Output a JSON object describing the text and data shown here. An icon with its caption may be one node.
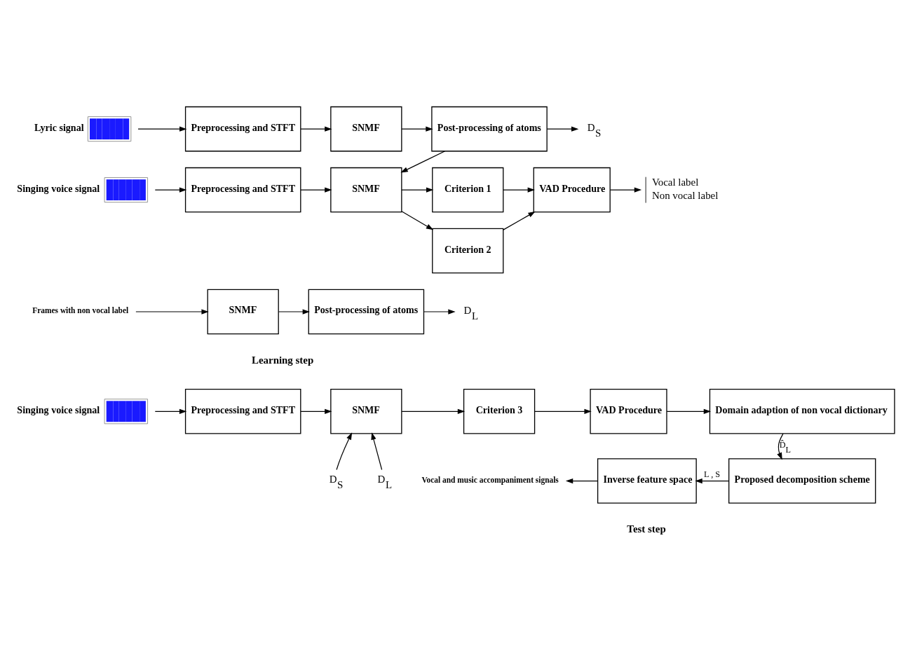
{
  "diagram": {
    "nodes": [
      {
        "text": [],
        "shape": "picture",
        "beside": [
          "Lyric signal"
        ]
      },
      {
        "text": [
          "Preprocessing and STFT"
        ]
      },
      {
        "text": [
          "SNMF"
        ]
      },
      {
        "text": [
          "Post-processing of atoms"
        ]
      },
      {
        "text": [
          "D$_{S}$"
        ]
      },
      {
        "text": [],
        "shape": "picture",
        "beside": [
          "Singing voice signal"
        ]
      },
      {
        "text": [
          "Preprocessing and STFT"
        ]
      },
      {
        "text": [
          "SNMF"
        ]
      },
      {
        "text": [
          "Criterion 1"
        ]
      },
      {
        "text": [
          "Criterion 2"
        ]
      },
      {
        "text": [
          "VAD Procedure"
        ]
      },
      {
        "text": [
          "Vocal label",
          "Non vocal label"
        ]
      },
      {
        "text": [
          "Frames with non vocal label"
        ]
      },
      {
        "text": [
          "SNMF"
        ]
      },
      {
        "text": [
          "Post-processing of atoms"
        ]
      },
      {
        "text": [
          "D$_{L}$"
        ]
      },
      {
        "text": [],
        "shape": "picture",
        "beside": [
          "Singing voice signal"
        ]
      },
      {
        "text": [
          "Preprocessing and STFT"
        ]
      },
      {
        "text": [
          "SNMF"
        ]
      },
      {
        "text": [
          "Criterion 3"
        ]
      },
      {
        "text": [
          "VAD Procedure"
        ]
      },
      {
        "text": [
          "Domain adaption of non vocal dictionary"
        ]
      },
      {
        "text": [
          "Proposed decomposition scheme"
        ]
      },
      {
        "text": [
          "Inverse feature space"
        ]
      },
      {
        "text": [
          "Vocal and music accompaniment signals"
        ]
      },
      {
        "text": [
          "D$_{S}$"
        ]
      },
      {
        "text": [
          "D$_{L}$"
        ]
      }
    ],
    "edges": [
      {
        "from": 0,
        "to": 1,
        "arrow": "to"
      },
      {
        "from": 1,
        "to": 2,
        "arrow": "to"
      },
      {
        "from": 2,
        "to": 3,
        "arrow": "to"
      },
      {
        "from": 3,
        "to": 4,
        "arrow": "to"
      },
      {
        "from": 3,
        "to": 7,
        "arrow": "to"
      },
      {
        "from": 5,
        "to": 6,
        "arrow": "to"
      },
      {
        "from": 6,
        "to": 7,
        "arrow": "to"
      },
      {
        "from": 7,
        "to": 8,
        "arrow": "to"
      },
      {
        "from": 7,
        "to": 9,
        "arrow": "to"
      },
      {
        "from": 8,
        "to": 10,
        "arrow": "to"
      },
      {
        "from": 9,
        "to": 10,
        "arrow": "to"
      },
      {
        "from": 10,
        "to": 11,
        "arrow": "to"
      },
      {
        "from": 12,
        "to": 13,
        "arrow": "to"
      },
      {
        "from": 13,
        "to": 14,
        "arrow": "to"
      },
      {
        "from": 14,
        "to": 15,
        "arrow": "to"
      },
      {
        "from": 16,
        "to": 17,
        "arrow": "to"
      },
      {
        "from": 17,
        "to": 18,
        "arrow": "to"
      },
      {
        "from": 18,
        "to": 19,
        "arrow": "to"
      },
      {
        "from": 19,
        "to": 20,
        "arrow": "to"
      },
      {
        "from": 20,
        "to": 21,
        "arrow": "to"
      },
      {
        "from": 21,
        "to": 22,
        "arrow": "to",
        "label": "D̂$_{L}$"
      },
      {
        "from": 22,
        "to": 23,
        "arrow": "to",
        "label": "L , S"
      },
      {
        "from": 23,
        "to": 24,
        "arrow": "to"
      },
      {
        "from": 25,
        "to": 18,
        "arrow": "to"
      },
      {
        "from": 26,
        "to": 18,
        "arrow": "to"
      }
    ],
    "labels": [
      "Learning step",
      "Test step"
    ]
  }
}
